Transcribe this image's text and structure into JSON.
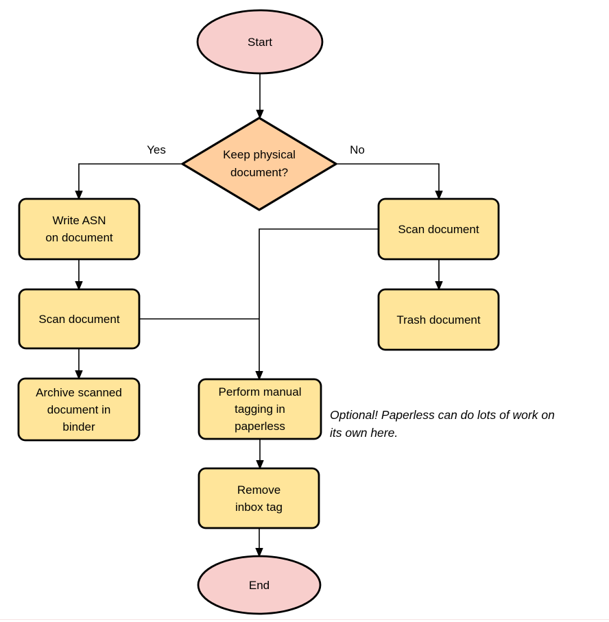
{
  "diagram": {
    "type": "flowchart",
    "background": "#ffffff",
    "colors": {
      "terminator_fill": "#f8cecc",
      "decision_fill": "#ffce9e",
      "process_fill": "#ffe59a",
      "stroke": "#000000"
    },
    "nodes": {
      "start": {
        "shape": "terminator",
        "lines": [
          "Start"
        ]
      },
      "keep_physical": {
        "shape": "decision",
        "lines": [
          "Keep physical",
          "document?"
        ]
      },
      "write_asn": {
        "shape": "process",
        "lines": [
          "Write ASN",
          "on document"
        ]
      },
      "scan_document_left": {
        "shape": "process",
        "lines": [
          "Scan document"
        ]
      },
      "archive_binder": {
        "shape": "process",
        "lines": [
          "Archive scanned",
          "document in",
          "binder"
        ]
      },
      "scan_document_right": {
        "shape": "process",
        "lines": [
          "Scan document"
        ]
      },
      "trash_document": {
        "shape": "process",
        "lines": [
          "Trash document"
        ]
      },
      "manual_tagging": {
        "shape": "process",
        "lines": [
          "Perform manual",
          "tagging in",
          "paperless"
        ]
      },
      "remove_inbox_tag": {
        "shape": "process",
        "lines": [
          "Remove",
          "inbox tag"
        ]
      },
      "end": {
        "shape": "terminator",
        "lines": [
          "End"
        ]
      }
    },
    "edge_labels": {
      "yes": "Yes",
      "no": "No"
    },
    "annotation": {
      "lines": [
        "Optional! Paperless can do lots of work on",
        "its own here."
      ]
    }
  }
}
